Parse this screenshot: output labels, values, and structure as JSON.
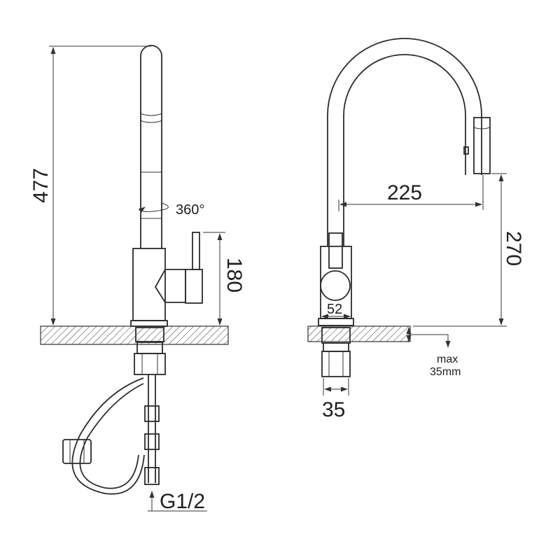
{
  "side_view": {
    "height_total": "477",
    "rotation": "360°",
    "lever_height": "180",
    "connection": "G1/2"
  },
  "front_view": {
    "reach": "225",
    "spout_clearance": "270",
    "body_diameter": "52",
    "shank_diameter": "35",
    "max_thickness_line1": "max",
    "max_thickness_line2": "35mm"
  }
}
